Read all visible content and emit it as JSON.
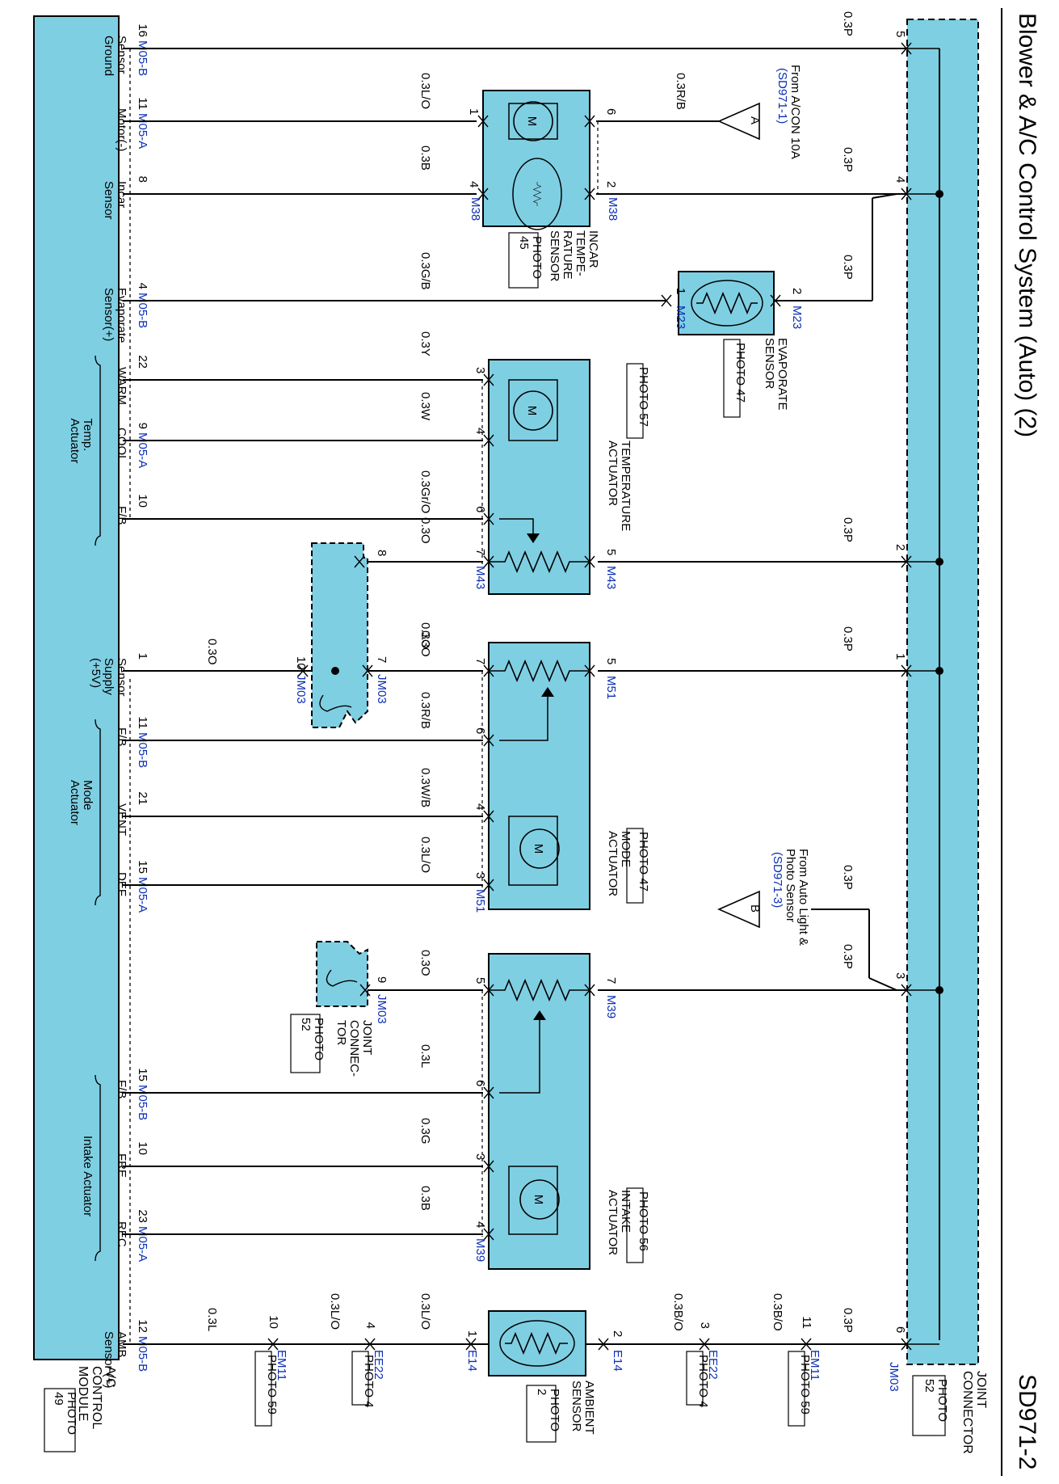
{
  "title": "Blower & A/C Control System (Auto) (2)",
  "code": "SD971-2",
  "colors": {
    "module_fill": "#7fcfe3",
    "link_blue": "#0b2fb5",
    "wire": "#000000"
  },
  "module": {
    "name_lines": [
      "A/C",
      "CONTROL",
      "MODULE"
    ],
    "photo": [
      "PHOTO",
      "49"
    ],
    "groups": [
      "Temp.\nActuator",
      "Mode\nActuator",
      "Intake Actuator"
    ],
    "pins": [
      {
        "label": "Sensor\nGround",
        "pin": "16",
        "conn": "M05-B"
      },
      {
        "label": "Motor(-)",
        "pin": "11",
        "conn": "M05-A"
      },
      {
        "label": "Incar\nSensor",
        "pin": "8",
        "conn": ""
      },
      {
        "label": "Evaporate\nSensor(+)",
        "pin": "4",
        "conn": "M05-B"
      },
      {
        "label": "WARM",
        "pin": "22",
        "conn": ""
      },
      {
        "label": "COOL",
        "pin": "9",
        "conn": "M05-A"
      },
      {
        "label": "F/B",
        "pin": "10",
        "conn": ""
      },
      {
        "label": "Sensor\nSupply\n(+5V)",
        "pin": "1",
        "conn": ""
      },
      {
        "label": "F/B",
        "pin": "11",
        "conn": "M05-B"
      },
      {
        "label": "VENT",
        "pin": "21",
        "conn": ""
      },
      {
        "label": "DEF",
        "pin": "15",
        "conn": "M05-A"
      },
      {
        "label": "F/B",
        "pin": "15",
        "conn": "M05-B"
      },
      {
        "label": "FRE",
        "pin": "10",
        "conn": ""
      },
      {
        "label": "REC",
        "pin": "23",
        "conn": "M05-A"
      },
      {
        "label": "AMB\nSensor (+)",
        "pin": "12",
        "conn": "M05-B"
      }
    ]
  },
  "joint_connector": {
    "name_lines": [
      "JOINT",
      "CONNECTOR"
    ],
    "photo": [
      "PHOTO",
      "52"
    ],
    "conn": "JM03",
    "pins": [
      "5",
      "4",
      "2",
      "1",
      "3",
      "6"
    ]
  },
  "wires_left": [
    "0.3L/O",
    "0.3B",
    "0.3G/B",
    "0.3Y",
    "0.3W",
    "0.3Gr/O",
    "0.3O",
    "0.3O",
    "0.3R/B",
    "0.3W/B",
    "0.3L/O",
    "0.3O",
    "0.3L",
    "0.3G",
    "0.3B"
  ],
  "wires_right": [
    "0.3P",
    "0.3R/B",
    "0.3P",
    "0.3P",
    "0.3P",
    "0.3P",
    "0.3P",
    "0.3P",
    "0.3P"
  ],
  "sub_sd": [
    "0.3O",
    "0.3L",
    "0.3L/O",
    "0.3L/O",
    "0.3B/O",
    "0.3B/O",
    "0.3P"
  ],
  "components": {
    "incar": {
      "name": [
        "INCAR",
        "TEMPE-",
        "RATURE",
        "SENSOR"
      ],
      "photo": [
        "PHOTO",
        "45"
      ],
      "conn": "M38",
      "pins_left": [
        "1",
        "4"
      ],
      "pins_right": [
        "6",
        "2"
      ]
    },
    "evaporate": {
      "name": [
        "EVAPORATE",
        "SENSOR"
      ],
      "photo": "PHOTO 47",
      "conn": "M23",
      "pins": [
        "1",
        "2"
      ]
    },
    "temp": {
      "name": [
        "TEMPERATURE",
        "ACTUATOR"
      ],
      "photo": "PHOTO 57",
      "conn": "M43",
      "pins_left": [
        "3",
        "4",
        "6",
        "7"
      ],
      "pin_right": "5"
    },
    "mode": {
      "name": [
        "MODE",
        "ACTUATOR"
      ],
      "photo": "PHOTO 47",
      "conn_top": "M51",
      "conn_bottom": "M51",
      "pins_left": [
        "7",
        "6",
        "4",
        "3"
      ],
      "pin_right": "5"
    },
    "intake": {
      "name": [
        "INTAKE",
        "ACTUATOR"
      ],
      "photo": "PHOTO 56",
      "conn_top": "M39",
      "conn_bottom": "M39",
      "pins_left": [
        "5",
        "6",
        "3",
        "4"
      ],
      "pin_right": "7"
    },
    "ambient": {
      "name": [
        "AMBIENT",
        "SENSOR"
      ],
      "photo": [
        "PHOTO",
        "2"
      ],
      "conn": "E14",
      "pins": [
        "1",
        "2"
      ]
    },
    "jm03_upper": {
      "conn": "JM03",
      "pins": [
        "8",
        "10",
        "7"
      ]
    },
    "jm03_lower": {
      "conn": "JM03",
      "pin": "9",
      "name": [
        "JOINT",
        "CONNEC-",
        "TOR"
      ],
      "photo": [
        "PHOTO",
        "52"
      ]
    }
  },
  "inline_connectors": [
    {
      "conn": "EM11",
      "pin": "10",
      "photo": "PHOTO 59"
    },
    {
      "conn": "EE22",
      "pin": "4",
      "photo": "PHOTO 4"
    },
    {
      "conn": "EE22",
      "pin": "3",
      "photo": "PHOTO 4"
    },
    {
      "conn": "EM11",
      "pin": "11",
      "photo": "PHOTO 59"
    }
  ],
  "refs": [
    {
      "letter": "A",
      "text": [
        "From A/CON 10A"
      ],
      "link": "(SD971-1)"
    },
    {
      "letter": "B",
      "text": [
        "From Auto Light &",
        "Photo Sensor"
      ],
      "link": "(SD971-3)"
    }
  ]
}
